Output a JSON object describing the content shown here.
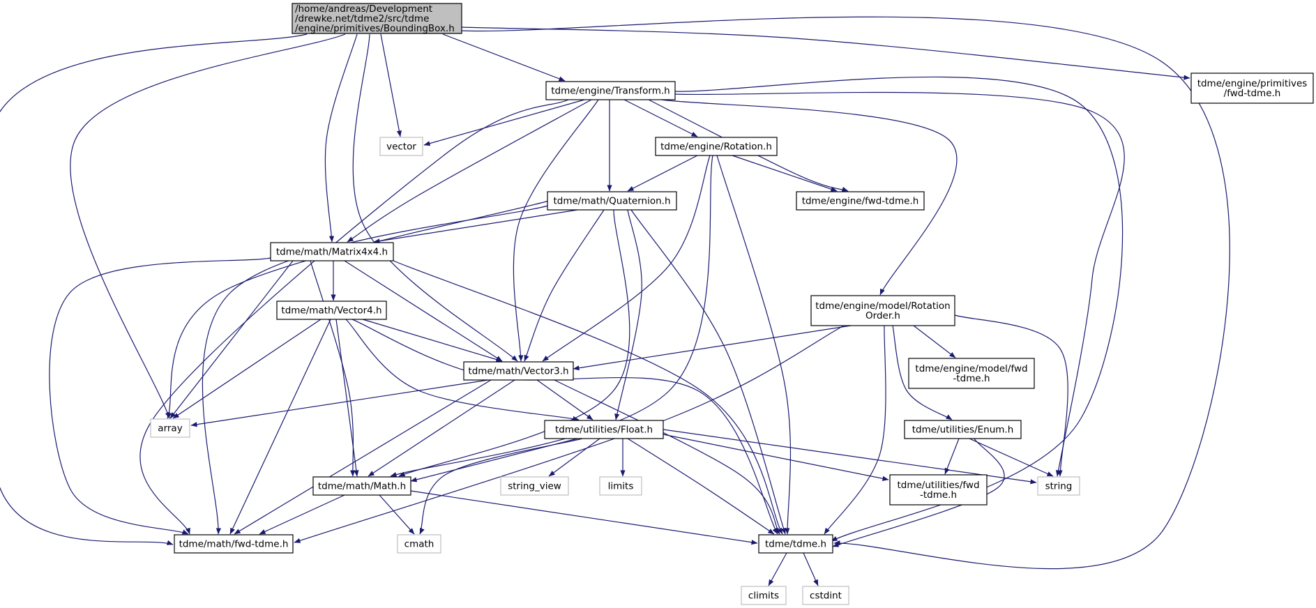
{
  "colors": {
    "edge": "#191970",
    "root_fill": "#bfbfbf",
    "node_fill": "#ffffff",
    "node_border": "#000000",
    "system_border": "#bfbfbf"
  },
  "nodes": [
    {
      "id": "root",
      "kind": "root",
      "lines": [
        "/home/andreas/Development",
        "/drewke.net/tdme2/src/tdme",
        "/engine/primitives/BoundingBox.h"
      ]
    },
    {
      "id": "transform",
      "kind": "header",
      "lines": [
        "tdme/engine/Transform.h"
      ]
    },
    {
      "id": "prim_fwd",
      "kind": "header",
      "lines": [
        "tdme/engine/primitives",
        "/fwd-tdme.h"
      ]
    },
    {
      "id": "vector",
      "kind": "system",
      "lines": [
        "vector"
      ]
    },
    {
      "id": "rotation",
      "kind": "header",
      "lines": [
        "tdme/engine/Rotation.h"
      ]
    },
    {
      "id": "quaternion",
      "kind": "header",
      "lines": [
        "tdme/math/Quaternion.h"
      ]
    },
    {
      "id": "engine_fwd",
      "kind": "header",
      "lines": [
        "tdme/engine/fwd-tdme.h"
      ]
    },
    {
      "id": "matrix",
      "kind": "header",
      "lines": [
        "tdme/math/Matrix4x4.h"
      ]
    },
    {
      "id": "rotorder",
      "kind": "header",
      "lines": [
        "tdme/engine/model/Rotation",
        "Order.h"
      ]
    },
    {
      "id": "vector4",
      "kind": "header",
      "lines": [
        "tdme/math/Vector4.h"
      ]
    },
    {
      "id": "vector3",
      "kind": "header",
      "lines": [
        "tdme/math/Vector3.h"
      ]
    },
    {
      "id": "model_fwd",
      "kind": "header",
      "lines": [
        "tdme/engine/model/fwd",
        "-tdme.h"
      ]
    },
    {
      "id": "array",
      "kind": "system",
      "lines": [
        "array"
      ]
    },
    {
      "id": "float",
      "kind": "header",
      "lines": [
        "tdme/utilities/Float.h"
      ]
    },
    {
      "id": "enum",
      "kind": "header",
      "lines": [
        "tdme/utilities/Enum.h"
      ]
    },
    {
      "id": "math",
      "kind": "header",
      "lines": [
        "tdme/math/Math.h"
      ]
    },
    {
      "id": "string_view",
      "kind": "system",
      "lines": [
        "string_view"
      ]
    },
    {
      "id": "limits",
      "kind": "system",
      "lines": [
        "limits"
      ]
    },
    {
      "id": "util_fwd",
      "kind": "header",
      "lines": [
        "tdme/utilities/fwd",
        "-tdme.h"
      ]
    },
    {
      "id": "string",
      "kind": "system",
      "lines": [
        "string"
      ]
    },
    {
      "id": "math_fwd",
      "kind": "header",
      "lines": [
        "tdme/math/fwd-tdme.h"
      ]
    },
    {
      "id": "cmath",
      "kind": "system",
      "lines": [
        "cmath"
      ]
    },
    {
      "id": "tdme",
      "kind": "header",
      "lines": [
        "tdme/tdme.h"
      ]
    },
    {
      "id": "climits",
      "kind": "system",
      "lines": [
        "climits"
      ]
    },
    {
      "id": "cstdint",
      "kind": "system",
      "lines": [
        "cstdint"
      ]
    }
  ],
  "edges": [
    {
      "from": "root",
      "to": "transform"
    },
    {
      "from": "root",
      "to": "prim_fwd"
    },
    {
      "from": "root",
      "to": "vector"
    },
    {
      "from": "root",
      "to": "matrix"
    },
    {
      "from": "root",
      "to": "vector3"
    },
    {
      "from": "root",
      "to": "array"
    },
    {
      "from": "root",
      "to": "math_fwd"
    },
    {
      "from": "root",
      "to": "tdme"
    },
    {
      "from": "transform",
      "to": "vector"
    },
    {
      "from": "transform",
      "to": "rotation"
    },
    {
      "from": "transform",
      "to": "quaternion"
    },
    {
      "from": "transform",
      "to": "engine_fwd"
    },
    {
      "from": "transform",
      "to": "matrix"
    },
    {
      "from": "transform",
      "to": "vector3"
    },
    {
      "from": "transform",
      "to": "rotorder"
    },
    {
      "from": "transform",
      "to": "string"
    },
    {
      "from": "transform",
      "to": "tdme"
    },
    {
      "from": "transform",
      "to": "math_fwd"
    },
    {
      "from": "rotation",
      "to": "quaternion"
    },
    {
      "from": "rotation",
      "to": "engine_fwd"
    },
    {
      "from": "rotation",
      "to": "vector3"
    },
    {
      "from": "rotation",
      "to": "math"
    },
    {
      "from": "rotation",
      "to": "tdme"
    },
    {
      "from": "quaternion",
      "to": "matrix"
    },
    {
      "from": "quaternion",
      "to": "array"
    },
    {
      "from": "quaternion",
      "to": "math_fwd"
    },
    {
      "from": "quaternion",
      "to": "vector3"
    },
    {
      "from": "quaternion",
      "to": "math"
    },
    {
      "from": "quaternion",
      "to": "float"
    },
    {
      "from": "quaternion",
      "to": "tdme"
    },
    {
      "from": "matrix",
      "to": "vector4"
    },
    {
      "from": "matrix",
      "to": "vector3"
    },
    {
      "from": "matrix",
      "to": "array"
    },
    {
      "from": "matrix",
      "to": "math"
    },
    {
      "from": "matrix",
      "to": "math_fwd"
    },
    {
      "from": "matrix",
      "to": "tdme"
    },
    {
      "from": "vector4",
      "to": "vector3"
    },
    {
      "from": "vector4",
      "to": "array"
    },
    {
      "from": "vector4",
      "to": "math"
    },
    {
      "from": "vector4",
      "to": "math_fwd"
    },
    {
      "from": "vector4",
      "to": "float"
    },
    {
      "from": "vector4",
      "to": "tdme"
    },
    {
      "from": "vector3",
      "to": "array"
    },
    {
      "from": "vector3",
      "to": "math"
    },
    {
      "from": "vector3",
      "to": "math_fwd"
    },
    {
      "from": "vector3",
      "to": "float"
    },
    {
      "from": "vector3",
      "to": "tdme"
    },
    {
      "from": "rotorder",
      "to": "vector3"
    },
    {
      "from": "rotorder",
      "to": "model_fwd"
    },
    {
      "from": "rotorder",
      "to": "enum"
    },
    {
      "from": "rotorder",
      "to": "string"
    },
    {
      "from": "rotorder",
      "to": "tdme"
    },
    {
      "from": "rotorder",
      "to": "math_fwd"
    },
    {
      "from": "float",
      "to": "math"
    },
    {
      "from": "float",
      "to": "string_view"
    },
    {
      "from": "float",
      "to": "limits"
    },
    {
      "from": "float",
      "to": "util_fwd"
    },
    {
      "from": "float",
      "to": "string"
    },
    {
      "from": "float",
      "to": "cmath"
    },
    {
      "from": "float",
      "to": "tdme"
    },
    {
      "from": "enum",
      "to": "util_fwd"
    },
    {
      "from": "enum",
      "to": "string"
    },
    {
      "from": "enum",
      "to": "tdme"
    },
    {
      "from": "math",
      "to": "math_fwd"
    },
    {
      "from": "math",
      "to": "cmath"
    },
    {
      "from": "math",
      "to": "tdme"
    },
    {
      "from": "tdme",
      "to": "climits"
    },
    {
      "from": "tdme",
      "to": "cstdint"
    }
  ]
}
